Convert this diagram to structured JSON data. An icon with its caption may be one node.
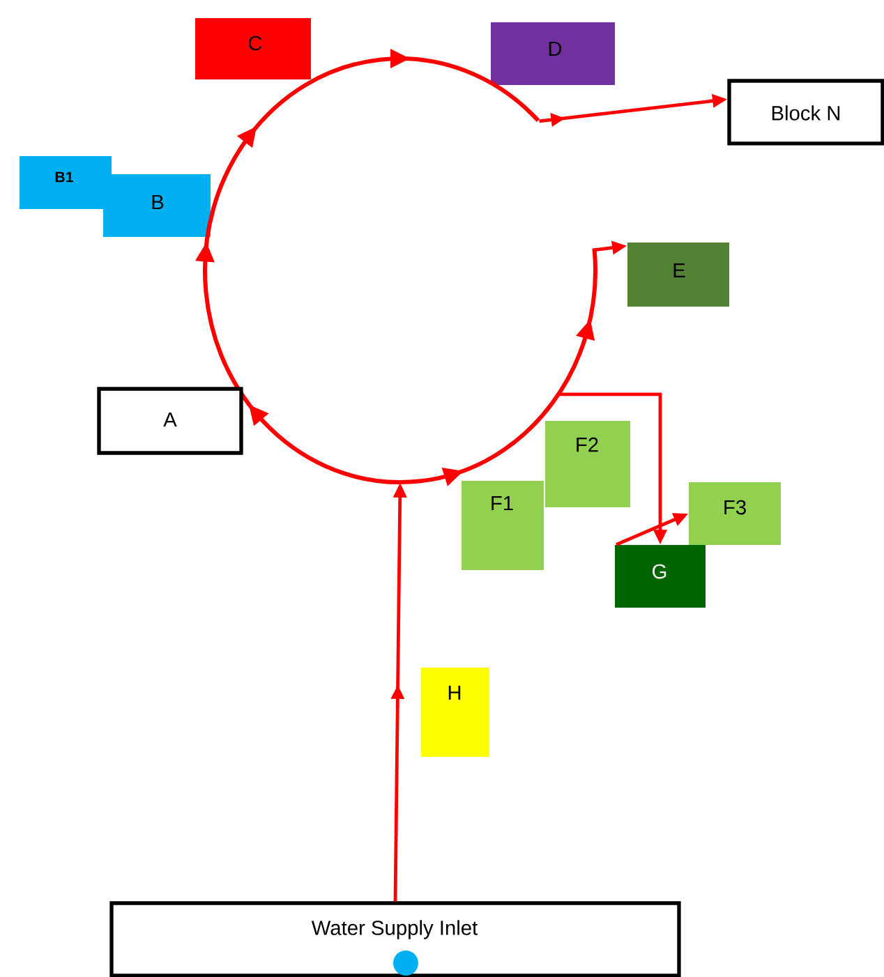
{
  "diagram": {
    "nodes": [
      {
        "text": [
          "C"
        ]
      },
      {
        "text": [
          "D"
        ]
      },
      {
        "text": [
          "Block N"
        ]
      },
      {
        "text": [
          "B1"
        ]
      },
      {
        "text": [
          "B"
        ]
      },
      {
        "text": [],
        "shape": "circle"
      },
      {
        "text": [
          "E"
        ]
      },
      {
        "text": [
          "A"
        ]
      },
      {
        "text": [
          "F2"
        ]
      },
      {
        "text": [
          "F1"
        ]
      },
      {
        "text": [
          "F3"
        ]
      },
      {
        "text": [
          "G"
        ]
      },
      {
        "text": [
          "H"
        ]
      },
      {
        "text": [
          "Water Supply Inlet"
        ]
      }
    ],
    "edges": [
      {
        "from": 13,
        "to": 5,
        "arrow": "to"
      },
      {
        "from": 5,
        "to": 2,
        "arrow": "to"
      },
      {
        "from": 5,
        "to": 6,
        "arrow": "to"
      },
      {
        "from": 5,
        "to": 11,
        "arrow": "to"
      },
      {
        "from": 11,
        "to": 10,
        "arrow": "to"
      }
    ]
  }
}
